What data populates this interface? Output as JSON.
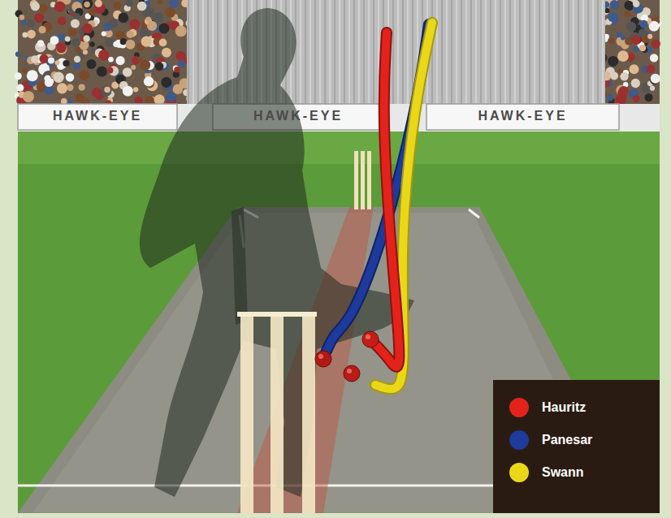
{
  "diagram": {
    "labels": [
      "HAWK-EYE",
      "HAWK-EYE",
      "HAWK-EYE"
    ],
    "legend": [
      {
        "text": "Hauritz",
        "color": "#e3231b"
      },
      {
        "text": "Panesar",
        "color": "#1d3a9c"
      },
      {
        "text": "Swann",
        "color": "#e9d81a"
      }
    ]
  }
}
